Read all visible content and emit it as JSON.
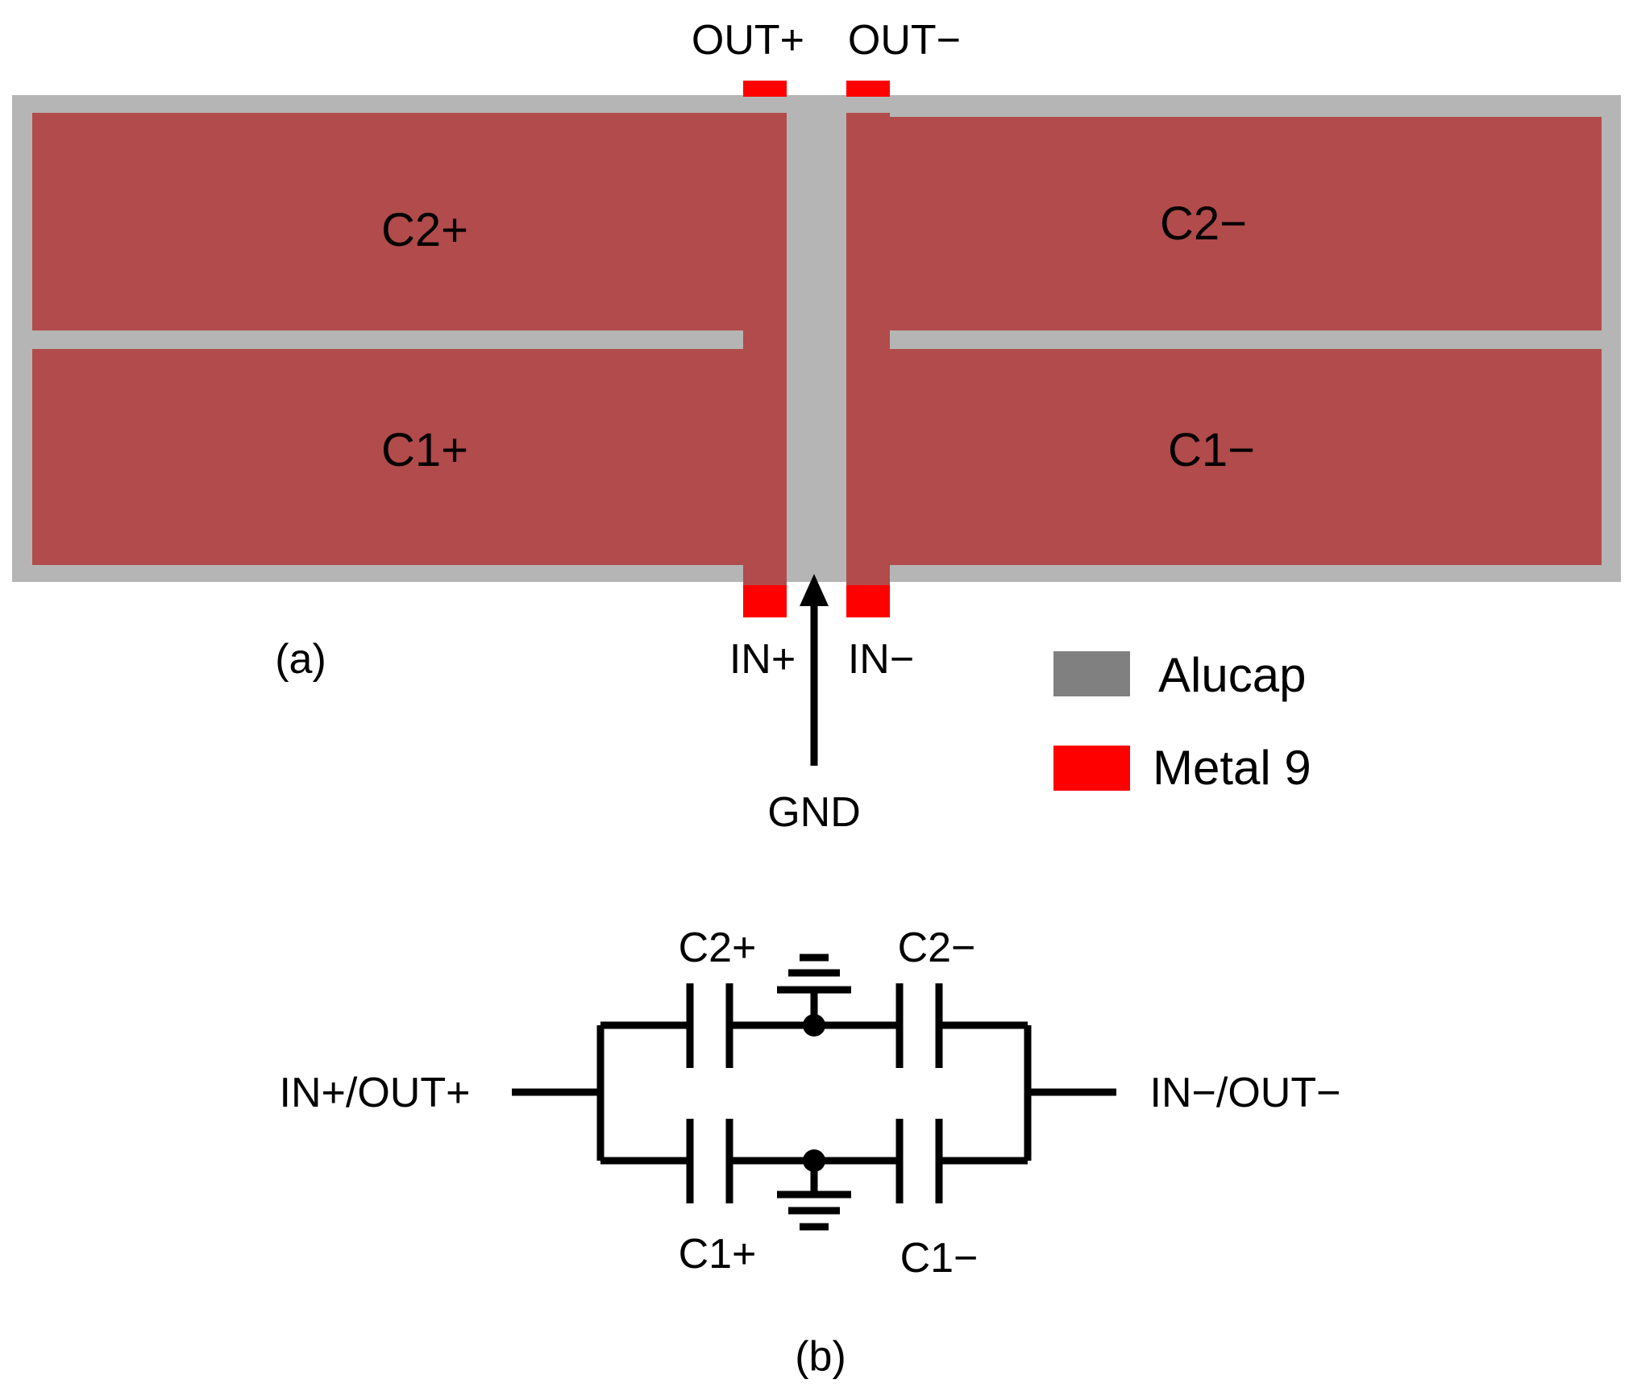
{
  "colors": {
    "alucap": "#b5b5b5",
    "alucap_legend": "#808080",
    "capacitor_fill": "#b24b4b",
    "metal9": "#ff0000",
    "wire": "#000000",
    "background": "#ffffff"
  },
  "layout_a": {
    "caption": "(a)",
    "top_pins": {
      "out_plus": "OUT+",
      "out_minus": "OUT−"
    },
    "bottom_pins": {
      "in_plus": "IN+",
      "in_minus": "IN−",
      "gnd": "GND"
    },
    "regions": {
      "c2_plus": "C2+",
      "c2_minus": "C2−",
      "c1_plus": "C1+",
      "c1_minus": "C1−"
    },
    "legend": [
      {
        "label": "Alucap",
        "color_key": "alucap_legend",
        "icon": "alucap-swatch"
      },
      {
        "label": "Metal 9",
        "color_key": "metal9",
        "icon": "metal9-swatch"
      }
    ]
  },
  "schematic_b": {
    "caption": "(b)",
    "left_terminal": "IN+/OUT+",
    "right_terminal": "IN−/OUT−",
    "top_left_cap": "C2+",
    "top_right_cap": "C2−",
    "bottom_left_cap": "C1+",
    "bottom_right_cap": "C1−",
    "icons": [
      "capacitor-icon",
      "ground-icon",
      "junction-dot-icon"
    ]
  }
}
